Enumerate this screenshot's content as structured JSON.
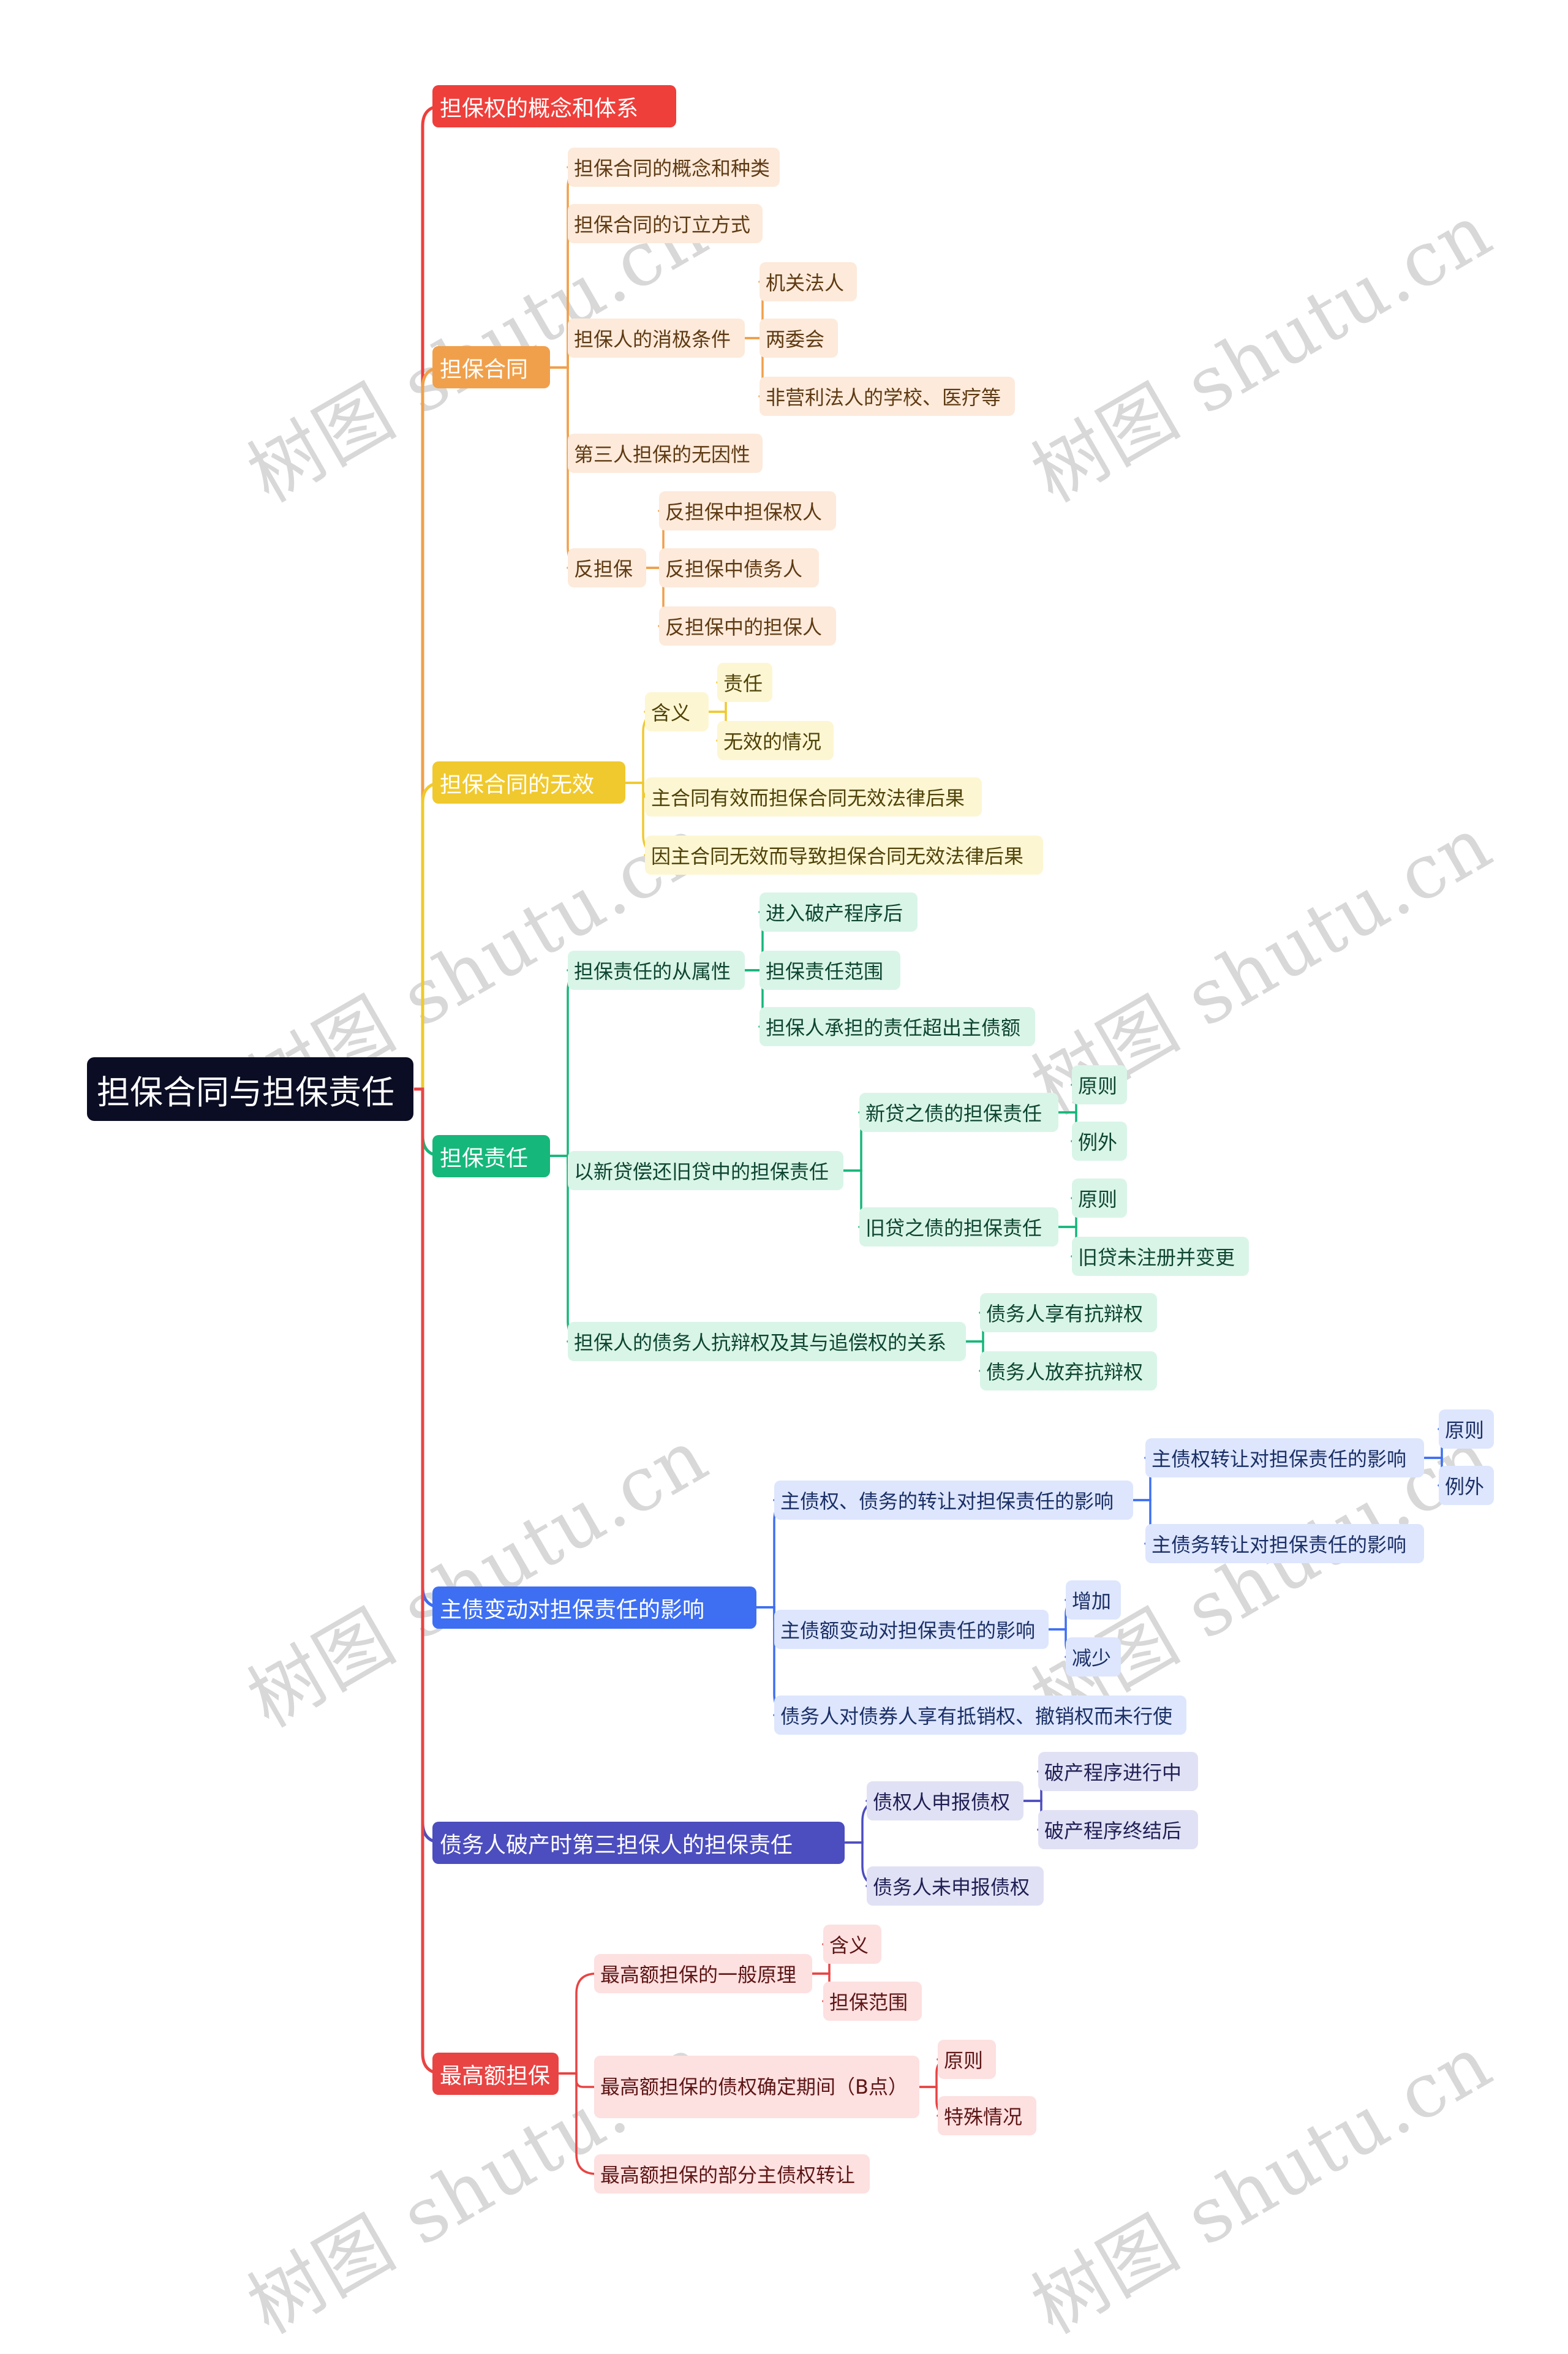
{
  "root": "担保合同与担保责任",
  "watermark": "树图 shutu.cn",
  "branches": [
    {
      "label": "担保权的概念和体系",
      "color": "#ee3f3b"
    },
    {
      "label": "担保合同",
      "color": "#f0a04b",
      "children": [
        {
          "label": "担保合同的概念和种类"
        },
        {
          "label": "担保合同的订立方式"
        },
        {
          "label": "担保人的消极条件",
          "children": [
            {
              "label": "机关法人"
            },
            {
              "label": "两委会"
            },
            {
              "label": "非营利法人的学校、医疗等"
            }
          ]
        },
        {
          "label": "第三人担保的无因性"
        },
        {
          "label": "反担保",
          "children": [
            {
              "label": "反担保中担保权人"
            },
            {
              "label": "反担保中债务人"
            },
            {
              "label": "反担保中的担保人"
            }
          ]
        }
      ]
    },
    {
      "label": "担保合同的无效",
      "color": "#f0c92e",
      "children": [
        {
          "label": "含义",
          "children": [
            {
              "label": "责任"
            },
            {
              "label": "无效的情况"
            }
          ]
        },
        {
          "label": "主合同有效而担保合同无效法律后果"
        },
        {
          "label": "因主合同无效而导致担保合同无效法律后果"
        }
      ]
    },
    {
      "label": "担保责任",
      "color": "#16b77a",
      "children": [
        {
          "label": "担保责任的从属性",
          "children": [
            {
              "label": "进入破产程序后"
            },
            {
              "label": "担保责任范围"
            },
            {
              "label": "担保人承担的责任超出主债额"
            }
          ]
        },
        {
          "label": "以新贷偿还旧贷中的担保责任",
          "children": [
            {
              "label": "新贷之债的担保责任",
              "children": [
                {
                  "label": "原则"
                },
                {
                  "label": "例外"
                }
              ]
            },
            {
              "label": "旧贷之债的担保责任",
              "children": [
                {
                  "label": "原则"
                },
                {
                  "label": "旧贷未注册并变更"
                }
              ]
            }
          ]
        },
        {
          "label": "担保人的债务人抗辩权及其与追偿权的关系",
          "children": [
            {
              "label": "债务人享有抗辩权"
            },
            {
              "label": "债务人放弃抗辩权"
            }
          ]
        }
      ]
    },
    {
      "label": "主债变动对担保责任的影响",
      "color": "#3e6ff2",
      "children": [
        {
          "label": "主债权、债务的转让对担保责任的影响",
          "children": [
            {
              "label": "主债权转让对担保责任的影响",
              "children": [
                {
                  "label": "原则"
                },
                {
                  "label": "例外"
                }
              ]
            },
            {
              "label": "主债务转让对担保责任的影响"
            }
          ]
        },
        {
          "label": "主债额变动对担保责任的影响",
          "children": [
            {
              "label": "增加"
            },
            {
              "label": "减少"
            }
          ]
        },
        {
          "label": "债务人对债券人享有抵销权、撤销权而未行使"
        }
      ]
    },
    {
      "label": "债务人破产时第三担保人的担保责任",
      "color": "#4c4dbe",
      "children": [
        {
          "label": "债权人申报债权",
          "children": [
            {
              "label": "破产程序进行中"
            },
            {
              "label": "破产程序终结后"
            }
          ]
        },
        {
          "label": "债务人未申报债权"
        }
      ]
    },
    {
      "label": "最高额担保",
      "color": "#e84444",
      "children": [
        {
          "label": "最高额担保的一般原理",
          "children": [
            {
              "label": "含义"
            },
            {
              "label": "担保范围"
            }
          ]
        },
        {
          "label": "最高额担保的债权确定期间（B点）",
          "children": [
            {
              "label": "原则"
            },
            {
              "label": "特殊情况"
            }
          ]
        },
        {
          "label": "最高额担保的部分主债权转让"
        }
      ]
    }
  ]
}
